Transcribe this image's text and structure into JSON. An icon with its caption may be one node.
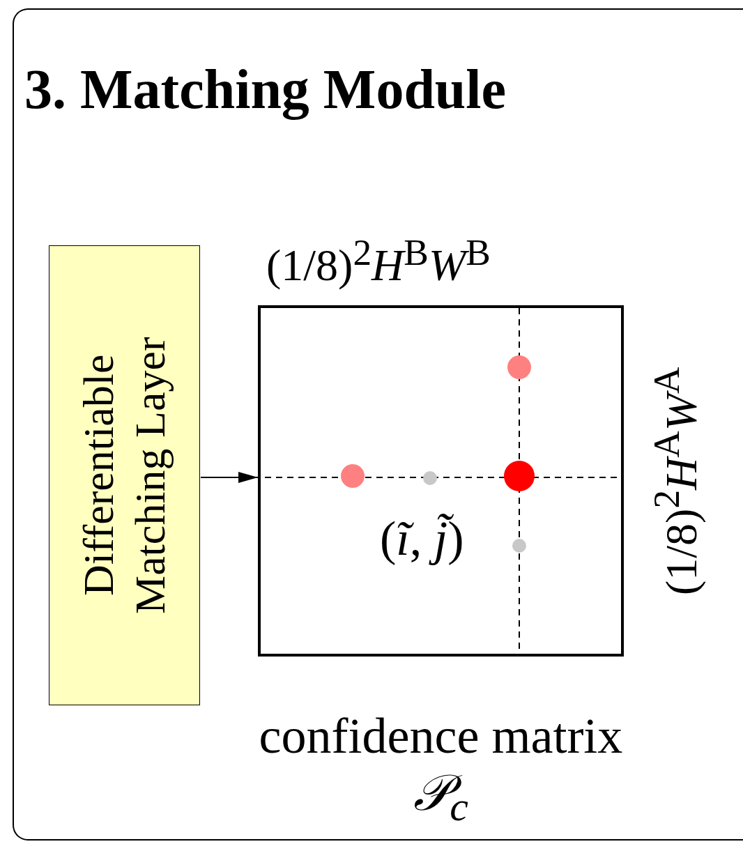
{
  "diagram": {
    "title": "3. Matching Module",
    "nodes": [
      {
        "text": [
          "Differentiable Matching Layer"
        ]
      },
      {
        "text": [],
        "shape": "box",
        "beside": [
          "confidence matrix",
          "𝒫$_{c}$"
        ]
      }
    ],
    "edges": [
      {
        "from": 0,
        "to": 1,
        "arrow": "to"
      }
    ],
    "labels": [
      "(1/8)$^{2}$*H*$^{B}$*W*$^{B}$",
      "(1/8)$^{2}$*H*$^{A}$*W*$^{A}$",
      "(*ĩ*, *j̃*)"
    ]
  }
}
